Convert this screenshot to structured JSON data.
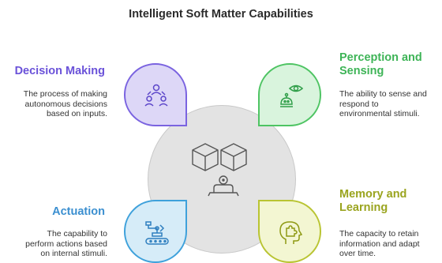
{
  "title": "Intelligent Soft Matter Capabilities",
  "quadrants": {
    "decision": {
      "heading": "Decision Making",
      "lines": [
        "The process of making",
        "autonomous decisions",
        "based on inputs."
      ],
      "icon": "people-network-icon",
      "color": "#7a63e0"
    },
    "perception": {
      "heading_lines": [
        "Perception and",
        "Sensing"
      ],
      "lines": [
        "The ability to sense and",
        "respond to",
        "environmental stimuli."
      ],
      "icon": "eye-robot-icon",
      "color": "#4ec463"
    },
    "actuation": {
      "heading": "Actuation",
      "lines": [
        "The capability to",
        "perform actions based",
        "on internal stimuli."
      ],
      "icon": "robotic-arm-icon",
      "color": "#3ea1db"
    },
    "memory": {
      "heading_lines": [
        "Memory and",
        "Learning"
      ],
      "lines": [
        "The capacity to retain",
        "information and adapt",
        "over time."
      ],
      "icon": "head-puzzle-icon",
      "color": "#b9c432"
    }
  },
  "center_icon": "cubes-and-robot-icon"
}
